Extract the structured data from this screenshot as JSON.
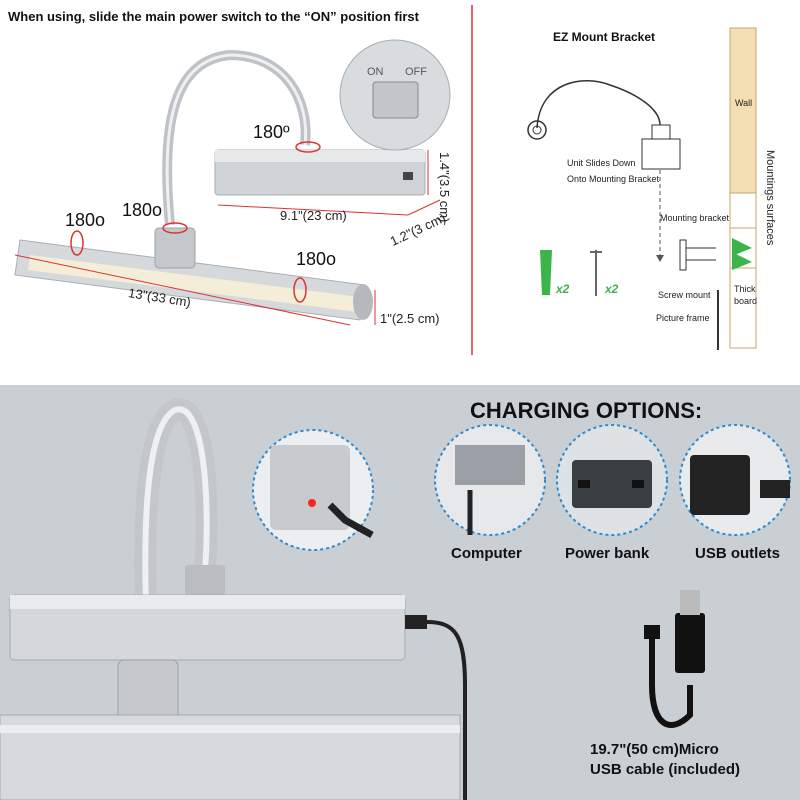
{
  "header": {
    "instruction": "When using, slide the main power switch to the “ON” position first"
  },
  "dimensions": {
    "rotate": "180º",
    "rotate_o": "180o",
    "head_width": "9.1\"(23 cm)",
    "head_height": "1.4\"(3.5 cm)",
    "head_depth": "1.2\"(3 cm)",
    "bar_length": "13\"(33 cm)",
    "bar_diameter": "1\"(2.5 cm)"
  },
  "switch": {
    "on": "ON",
    "off": "OFF"
  },
  "mount": {
    "title": "EZ Mount Bracket",
    "unit_slides_1": "Unit Slides Down",
    "unit_slides_2": "Onto Mounting Bracket",
    "mounting_bracket": "Mounting bracket",
    "screw_mount": "Screw mount",
    "thick_1": "Thick",
    "thick_2": "board",
    "picture_frame": "Picture frame",
    "wall": "Wall",
    "surfaces": "Mountings surfaces",
    "anchor_qty": "x2",
    "screw_qty": "x2"
  },
  "charging": {
    "title": "CHARGING OPTIONS:",
    "options": [
      "Computer",
      "Power bank",
      "USB outlets"
    ],
    "cable_line1": "19.7\"(50 cm)Micro",
    "cable_line2": "USB cable (included)"
  },
  "colors": {
    "accent_blue": "#2d8bd0",
    "dimension_red": "#d33333",
    "anchor_green": "#3bb54a"
  }
}
